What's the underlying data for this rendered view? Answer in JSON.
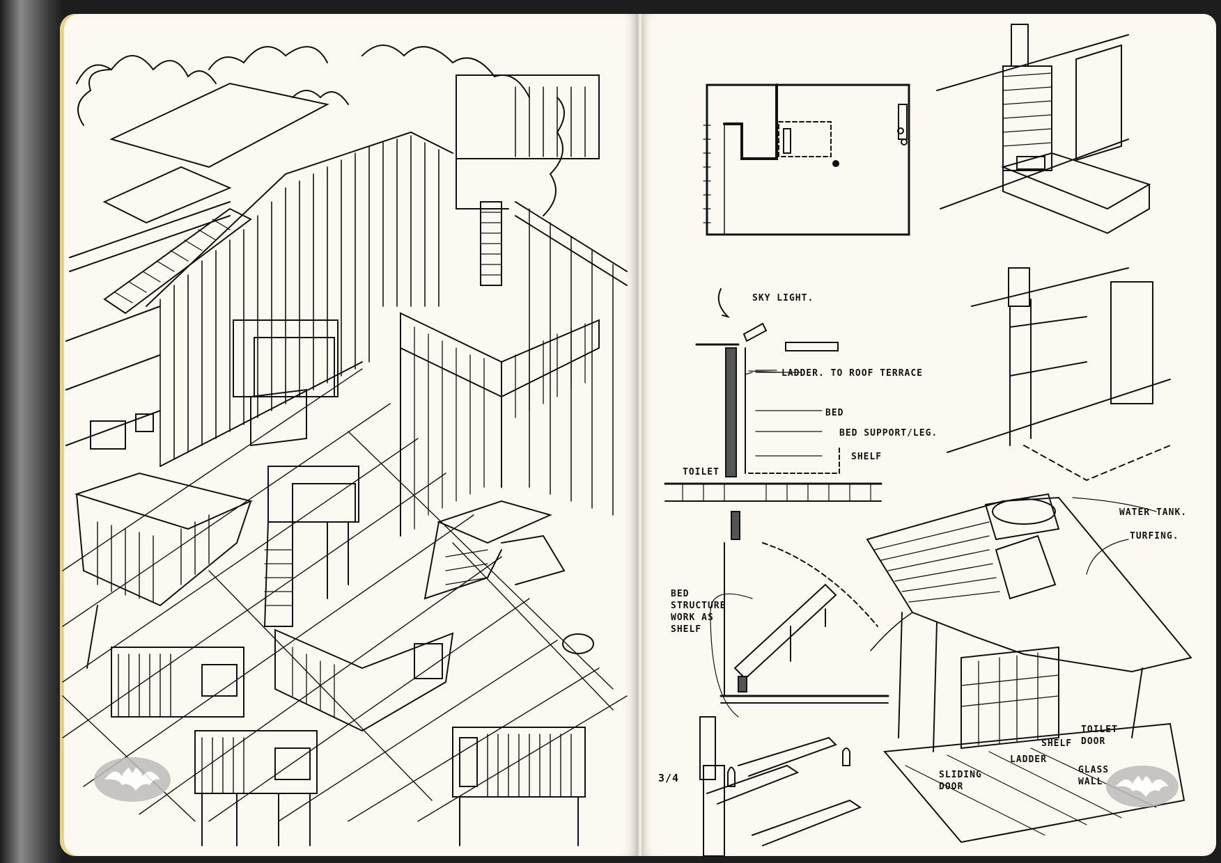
{
  "sketchbook": {
    "left_page": {
      "drawing": "isometric-interior"
    },
    "right_page": {
      "annotations": {
        "skylight": "SKY LIGHT.",
        "ladder": "LADDER. TO ROOF TERRACE",
        "bed": "BED",
        "bed_support": "BED SUPPORT/LEG.",
        "shelf": "SHELF",
        "toilet": "TOILET",
        "bed_structure": "BED\nSTRUCTURE\nWORK AS\nSHELF",
        "water_tank": "WATER TANK.",
        "turfing": "TURFING.",
        "toilet_door": "TOILET\nDOOR",
        "shelf_2": "SHELF",
        "ladder_2": "LADDER",
        "sliding_door": "SLIDING\nDOOR",
        "glass_wall": "GLASS\nWALL",
        "scale_mark": "3/4"
      }
    },
    "colors": {
      "ink": "#111111",
      "paper": "#fbf9f1",
      "stamp": "#b9b9b9"
    }
  }
}
